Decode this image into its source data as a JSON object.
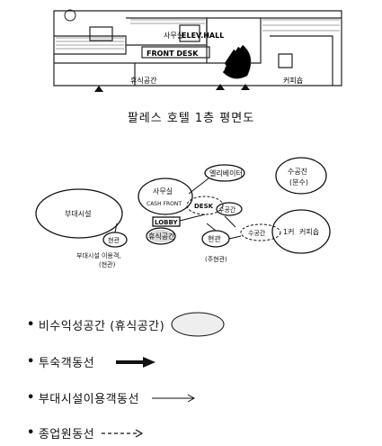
{
  "floor_plan": {
    "labels": {
      "office": "사무실",
      "elev_hall": "ELEV.HALL",
      "front_desk": "FRONT DESK",
      "rest_space": "휴식공간",
      "coffee_shop": "커피숍"
    },
    "caption": "팔레스 호텔  1층 평면도"
  },
  "diagram": {
    "nodes": {
      "annex_facilities": "부대시설",
      "office": "사무실",
      "cash_front": "CASH FRONT",
      "elevator": "엘리베이터",
      "desk": "DESK",
      "lobby": "LOBBY",
      "rest_space": "휴식공간",
      "water_power": "수공진",
      "water_power_branch": "(분수)",
      "water_power_small": "수공간",
      "main_entrance": "현관",
      "main_entrance_sub": "(주현관)",
      "entrance_small": "현관",
      "annex_use_label": "부대시설 이용객,",
      "annex_use_sub": "(현관)",
      "water_space_2": "수공간",
      "coffee_shop": "커피숍",
      "coffee_prefix": "1커"
    }
  },
  "legend": {
    "items": [
      {
        "label": "비수익성공간  (휴식공간)"
      },
      {
        "label": "투숙객동선"
      },
      {
        "label": "부대시설이용객동선"
      },
      {
        "label": "종업원동선"
      }
    ]
  }
}
